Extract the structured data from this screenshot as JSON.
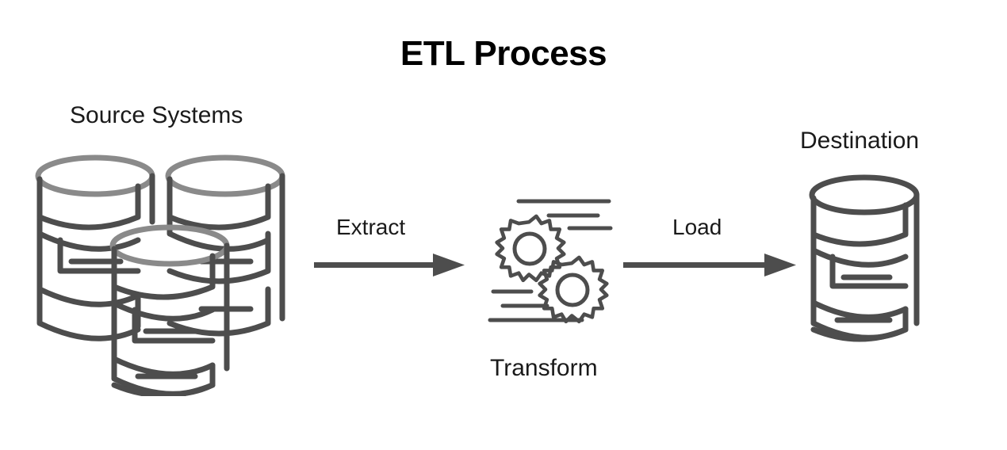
{
  "diagram": {
    "title": "ETL Process",
    "background_color": "#ffffff",
    "stroke_dark": "#4d4d4d",
    "stroke_light": "#8a8a8a",
    "text_color": "#1a1a1a",
    "title_color": "#000000"
  },
  "nodes": [
    {
      "id": "source",
      "label": "Source Systems",
      "icon": "database-stack-icon",
      "count": 3
    },
    {
      "id": "transform",
      "label": "Transform",
      "icon": "gears-icon",
      "count": 2
    },
    {
      "id": "destination",
      "label": "Destination",
      "icon": "database-icon",
      "count": 1
    }
  ],
  "edges": [
    {
      "id": "extract",
      "label": "Extract",
      "from": "source",
      "to": "transform",
      "direction": "right"
    },
    {
      "id": "load",
      "label": "Load",
      "from": "transform",
      "to": "destination",
      "direction": "right"
    }
  ]
}
